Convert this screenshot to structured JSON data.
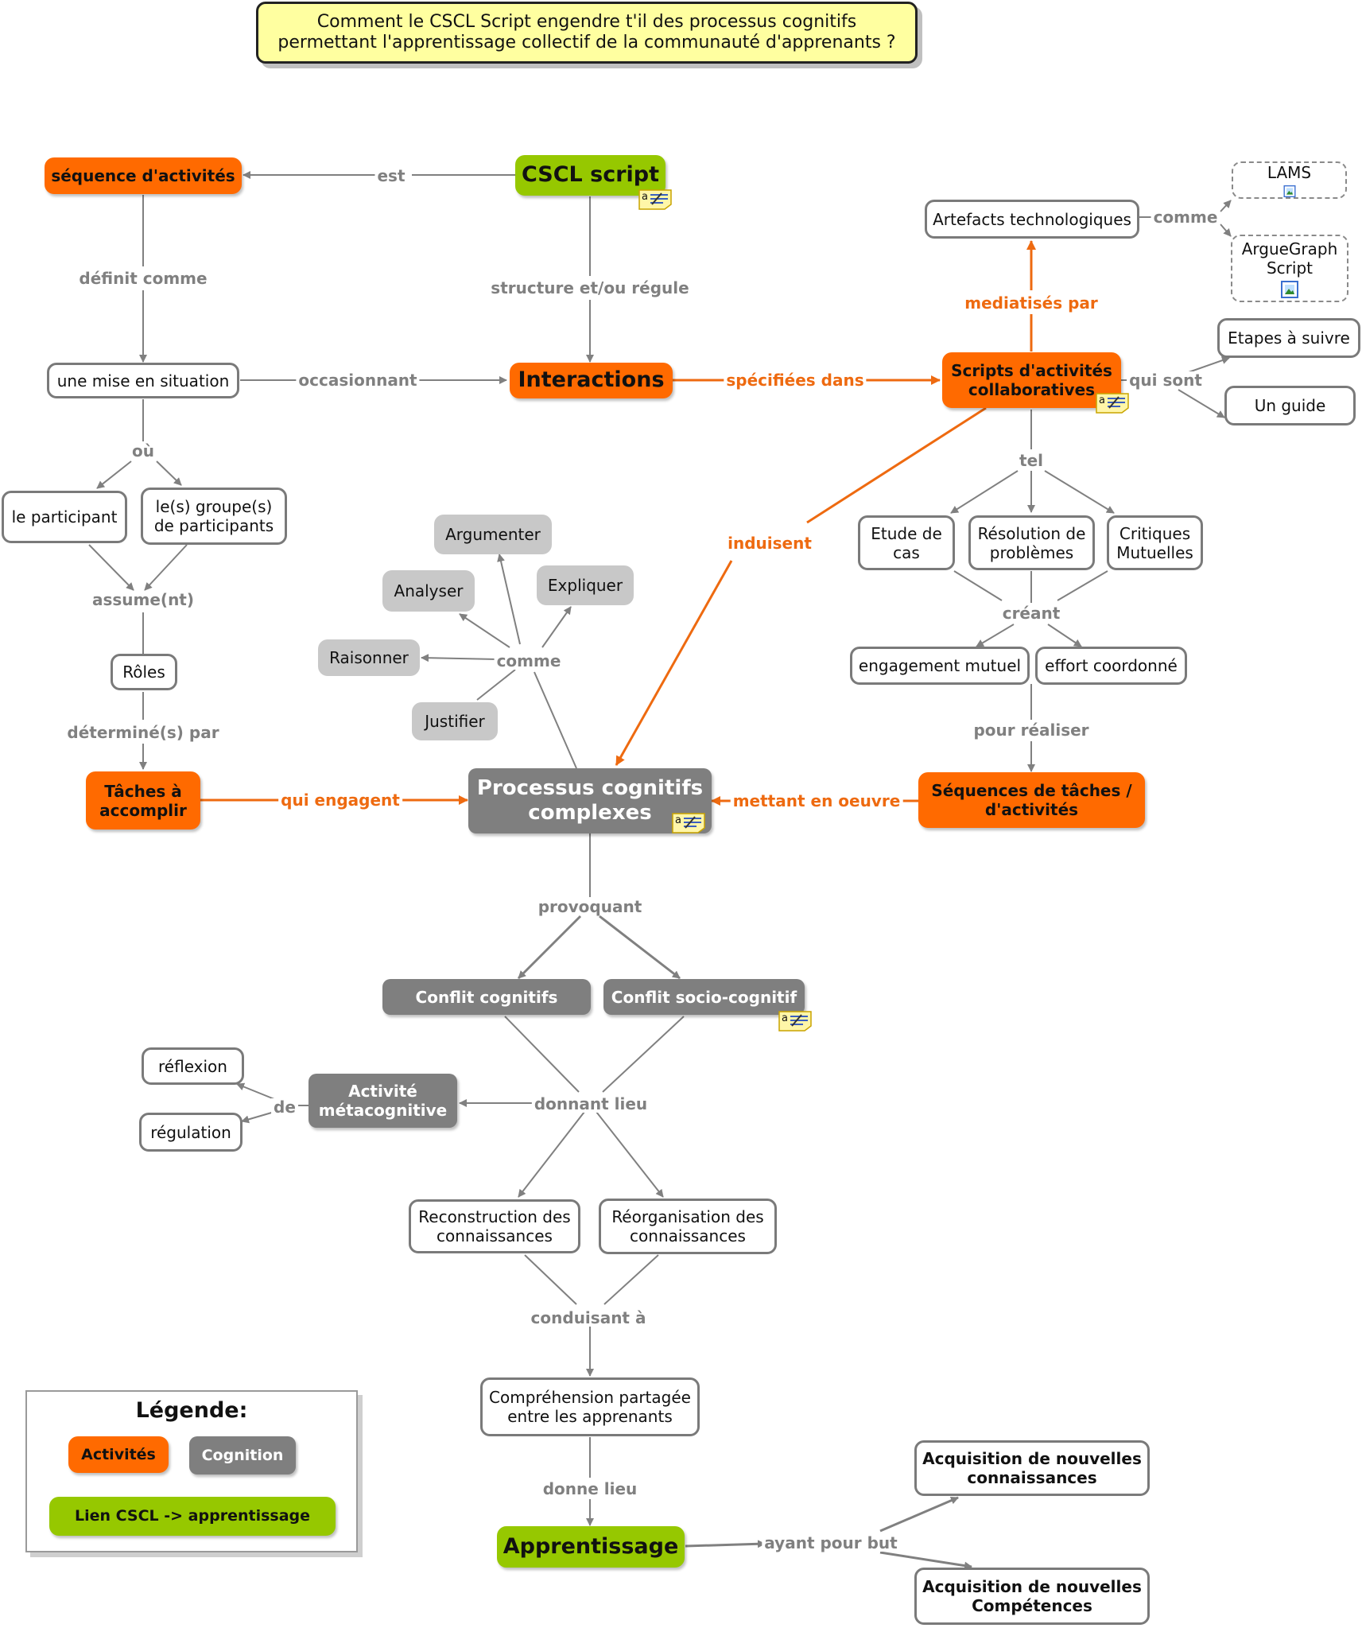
{
  "title": "Comment le CSCL Script engendre t'il des processus cognitifs\npermettant l'apprentissage collectif de la communauté d'apprenants ?",
  "colors": {
    "activity": "#ff6a00",
    "cognition": "#7f7f7f",
    "cscl_link": "#96c800",
    "title_fill": "#ffffa0",
    "arrow_grey": "#808080",
    "arrow_orange": "#ee6a10"
  },
  "nodes": {
    "cscl_script": "CSCL script",
    "sequence_activites": "séquence d'activités",
    "mise_en_situation": "une mise en situation",
    "interactions": "Interactions",
    "scripts_collab": "Scripts d'activités\ncollaboratives",
    "artefacts": "Artefacts technologiques",
    "lams": "LAMS",
    "arguegraph": "ArgueGraph\nScript",
    "etapes": "Etapes à suivre",
    "guide": "Un guide",
    "participant": "le participant",
    "groupes": "le(s) groupe(s)\nde participants",
    "roles": "Rôles",
    "taches": "Tâches à\naccomplir",
    "argumenter": "Argumenter",
    "analyser": "Analyser",
    "expliquer": "Expliquer",
    "raisonner": "Raisonner",
    "justifier": "Justifier",
    "etude_cas": "Etude de\ncas",
    "resolution": "Résolution de\nproblèmes",
    "critiques": "Critiques\nMutuelles",
    "engagement": "engagement mutuel",
    "effort": "effort coordonné",
    "sequences_taches": "Séquences de tâches /\nd'activités",
    "processus": "Processus cognitifs\ncomplexes",
    "conflit_cognitifs": "Conflit cognitifs",
    "conflit_socio": "Conflit socio-cognitif",
    "activite_meta": "Activité\nmétacognitive",
    "reflexion": "réflexion",
    "regulation": "régulation",
    "reconstruction": "Reconstruction des\nconnaissances",
    "reorganisation": "Réorganisation des\nconnaissances",
    "comprehension": "Compréhension partagée\nentre les apprenants",
    "apprentissage": "Apprentissage",
    "acq_connaissances": "Acquisition de nouvelles\nconnaissances",
    "acq_competences": "Acquisition de nouvelles\nCompétences"
  },
  "links": {
    "est": "est",
    "definit_comme": "définit comme",
    "structure": "structure et/ou régule",
    "occasionnant": "occasionnant",
    "specifiees_dans": "spécifiées dans",
    "mediatises_par": "mediatisés par",
    "comme_artefacts": "comme",
    "qui_sont": "qui sont",
    "tel": "tel",
    "creant": "créant",
    "pour_realiser": "pour réaliser",
    "induisent": "induisent",
    "ou": "où",
    "assument": "assume(nt)",
    "determines_par": "déterminé(s) par",
    "qui_engagent": "qui engagent",
    "mettant_en_oeuvre": "mettant en oeuvre",
    "comme_processus": "comme",
    "provoquant": "provoquant",
    "donnant_lieu": "donnant lieu",
    "de": "de",
    "conduisant_a": "conduisant à",
    "donne_lieu": "donne lieu",
    "ayant_pour_but": "ayant pour but"
  },
  "legend": {
    "title": "Légende:",
    "activites": "Activités",
    "cognition": "Cognition",
    "lien": "Lien CSCL -> apprentissage"
  },
  "icons": {
    "note": "note-icon",
    "image": "image-icon"
  }
}
